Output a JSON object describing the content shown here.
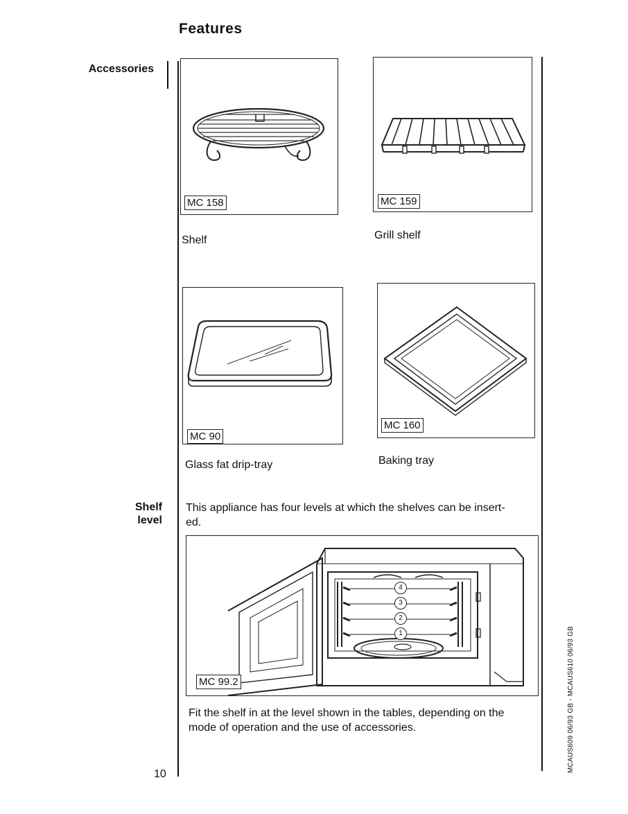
{
  "page": {
    "title": "Features",
    "page_number": "10",
    "margin_note": "MCAUS609 06/93  GB - MCAUS610 06/93  GB"
  },
  "sections": {
    "accessories": {
      "heading": "Accessories"
    },
    "shelf_level": {
      "heading_line1": "Shelf",
      "heading_line2": "level"
    }
  },
  "accessories": [
    {
      "code": "MC 158",
      "caption": "Shelf",
      "icon": "oval-wire-shelf-icon"
    },
    {
      "code": "MC 159",
      "caption": "Grill shelf",
      "icon": "grill-shelf-icon"
    },
    {
      "code": "MC 90",
      "caption": "Glass fat drip-tray",
      "icon": "glass-drip-tray-icon"
    },
    {
      "code": "MC 160",
      "caption": "Baking tray",
      "icon": "baking-tray-icon"
    }
  ],
  "shelf_level": {
    "intro": "This appliance has four levels at which the shelves can be insert-ed.",
    "intro_line1": "This appliance has four levels at which the shelves can be insert-",
    "intro_line2": "ed.",
    "diagram_code": "MC 99.2",
    "levels": [
      "1",
      "2",
      "3",
      "4"
    ],
    "note_line1": "Fit the shelf in at the level shown in the tables, depending on the",
    "note_line2": "mode of operation and the use of accessories."
  }
}
